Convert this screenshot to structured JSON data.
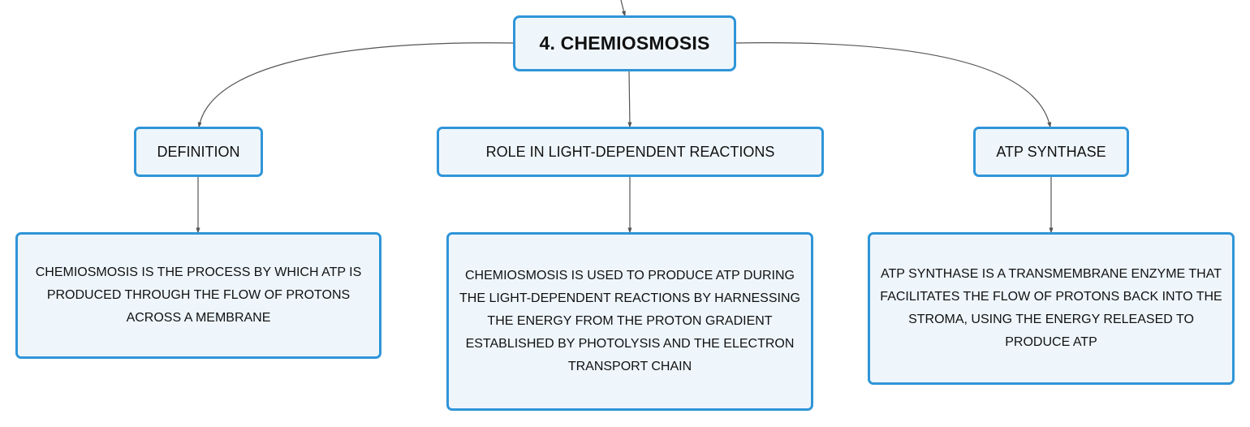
{
  "diagram": {
    "root": {
      "label": "4. CHEMIOSMOSIS"
    },
    "branches": [
      {
        "label": "DEFINITION",
        "detail": "CHEMIOSMOSIS IS THE PROCESS BY WHICH ATP IS PRODUCED THROUGH THE FLOW OF PROTONS ACROSS A MEMBRANE"
      },
      {
        "label": "ROLE IN LIGHT-DEPENDENT REACTIONS",
        "detail": "CHEMIOSMOSIS IS USED TO PRODUCE ATP DURING THE LIGHT-DEPENDENT REACTIONS BY HARNESSING THE ENERGY FROM THE PROTON GRADIENT ESTABLISHED BY PHOTOLYSIS AND THE ELECTRON TRANSPORT CHAIN"
      },
      {
        "label": "ATP SYNTHASE",
        "detail": "ATP SYNTHASE IS A TRANSMEMBRANE ENZYME THAT FACILITATES THE FLOW OF PROTONS BACK INTO THE STROMA, USING THE ENERGY RELEASED TO PRODUCE ATP"
      }
    ],
    "colors": {
      "node_border": "#2f95d8",
      "node_fill": "#eef6fc",
      "connector": "#555555",
      "text": "#111111"
    }
  }
}
